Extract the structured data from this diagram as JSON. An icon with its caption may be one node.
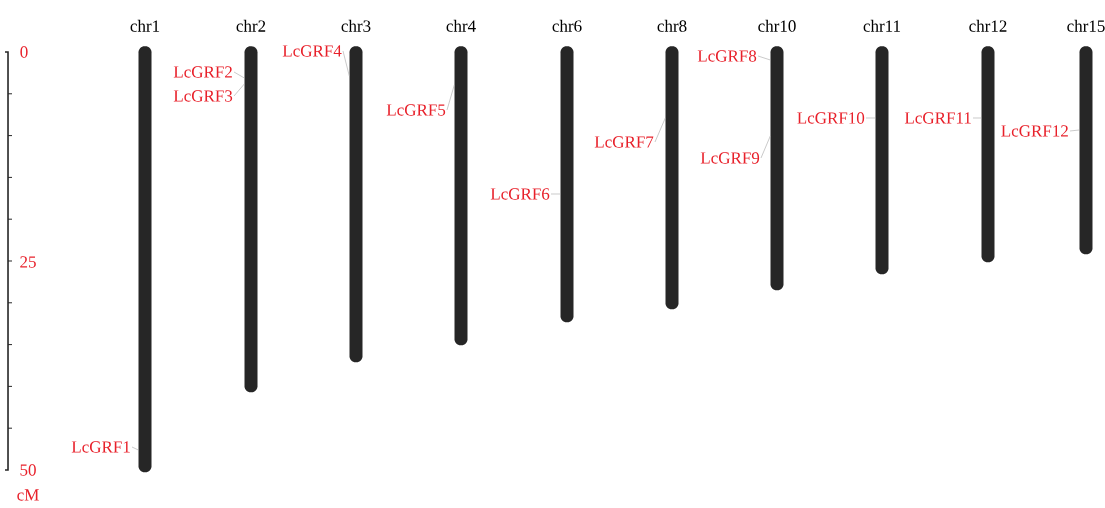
{
  "diagram": {
    "nodes": [
      {
        "text": [
          "chr1"
        ]
      },
      {
        "text": [
          "chr2"
        ]
      },
      {
        "text": [
          "chr3"
        ]
      },
      {
        "text": [
          "chr4"
        ]
      },
      {
        "text": [
          "chr6"
        ]
      },
      {
        "text": [
          "chr8"
        ]
      },
      {
        "text": [
          "chr10"
        ]
      },
      {
        "text": [
          "chr11"
        ]
      },
      {
        "text": [
          "chr12"
        ]
      },
      {
        "text": [
          "chr15"
        ]
      },
      {
        "text": [
          "LcGRF1"
        ]
      },
      {
        "text": [
          "LcGRF2"
        ]
      },
      {
        "text": [
          "LcGRF3"
        ]
      },
      {
        "text": [
          "LcGRF4"
        ]
      },
      {
        "text": [
          "LcGRF5"
        ]
      },
      {
        "text": [
          "LcGRF6"
        ]
      },
      {
        "text": [
          "LcGRF7"
        ]
      },
      {
        "text": [
          "LcGRF8"
        ]
      },
      {
        "text": [
          "LcGRF9"
        ]
      },
      {
        "text": [
          "LcGRF10"
        ]
      },
      {
        "text": [
          "LcGRF11"
        ]
      },
      {
        "text": [
          "LcGRF12"
        ]
      }
    ],
    "edges": [
      {
        "from": 10,
        "to": 0,
        "arrow": "none"
      },
      {
        "from": 11,
        "to": 1,
        "arrow": "none"
      },
      {
        "from": 12,
        "to": 1,
        "arrow": "none"
      },
      {
        "from": 13,
        "to": 2,
        "arrow": "none"
      },
      {
        "from": 14,
        "to": 3,
        "arrow": "none"
      },
      {
        "from": 15,
        "to": 4,
        "arrow": "none"
      },
      {
        "from": 16,
        "to": 5,
        "arrow": "none"
      },
      {
        "from": 17,
        "to": 6,
        "arrow": "none"
      },
      {
        "from": 18,
        "to": 6,
        "arrow": "none"
      },
      {
        "from": 19,
        "to": 7,
        "arrow": "none"
      },
      {
        "from": 20,
        "to": 8,
        "arrow": "none"
      },
      {
        "from": 21,
        "to": 9,
        "arrow": "none"
      }
    ],
    "labels": [
      "0",
      "25",
      "50",
      "cM"
    ]
  }
}
